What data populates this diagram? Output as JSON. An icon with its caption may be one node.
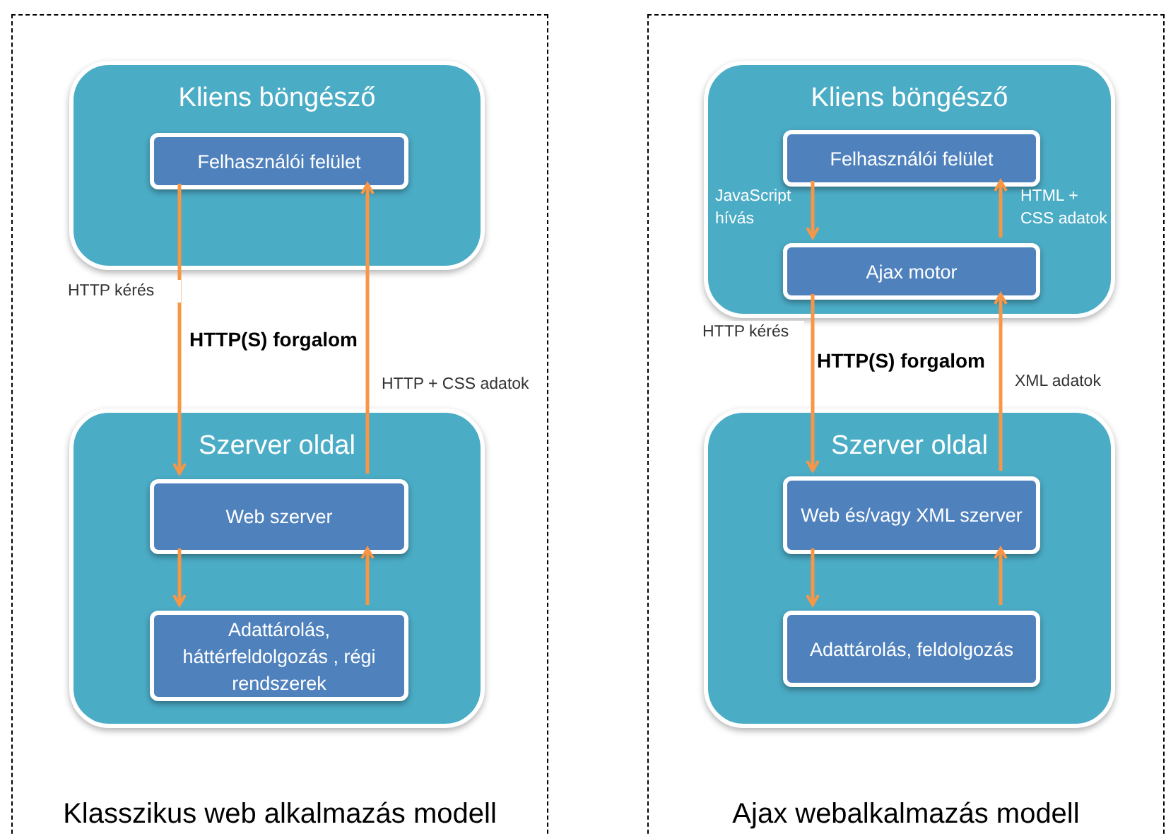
{
  "diagram": {
    "nodes": [
      {
        "text": [
          "Klasszikus web alkalmazás modell"
        ]
      },
      {
        "text": [
          "Kliens böngésző"
        ],
        "in": 0
      },
      {
        "text": [
          "Felhasználói felület"
        ],
        "in": 1
      },
      {
        "text": [
          "Szerver oldal"
        ],
        "in": 0
      },
      {
        "text": [
          "Web szerver"
        ],
        "in": 3
      },
      {
        "text": [
          "Adattárolás, háttérfeldolgozás , régi rendszerek"
        ],
        "in": 3
      },
      {
        "text": [
          "Ajax webalkalmazás modell"
        ]
      },
      {
        "text": [
          "Kliens böngésző"
        ],
        "in": 6
      },
      {
        "text": [
          "Felhasználói felület"
        ],
        "in": 7
      },
      {
        "text": [
          "Ajax motor"
        ],
        "in": 7
      },
      {
        "text": [
          "Szerver oldal"
        ],
        "in": 6
      },
      {
        "text": [
          "Web és/vagy XML szerver"
        ],
        "in": 10
      },
      {
        "text": [
          "Adattárolás, feldolgozás"
        ],
        "in": 10
      }
    ],
    "edges": [
      {
        "from": 2,
        "to": 4,
        "arrow": "to",
        "label": "HTTP kérés"
      },
      {
        "from": 4,
        "to": 2,
        "arrow": "to",
        "label": "HTTP + CSS adatok"
      },
      {
        "from": 4,
        "to": 5,
        "arrow": "to"
      },
      {
        "from": 5,
        "to": 4,
        "arrow": "to"
      },
      {
        "from": 8,
        "to": 9,
        "arrow": "to",
        "label": "JavaScript hívás"
      },
      {
        "from": 9,
        "to": 8,
        "arrow": "to",
        "label": "HTML + CSS adatok"
      },
      {
        "from": 9,
        "to": 11,
        "arrow": "to",
        "label": "HTTP kérés"
      },
      {
        "from": 11,
        "to": 9,
        "arrow": "to",
        "label": "XML adatok"
      },
      {
        "from": 11,
        "to": 12,
        "arrow": "to"
      },
      {
        "from": 12,
        "to": 11,
        "arrow": "to"
      }
    ],
    "labels": [
      "HTTP(S) forgalom",
      "HTTP(S) forgalom"
    ]
  }
}
